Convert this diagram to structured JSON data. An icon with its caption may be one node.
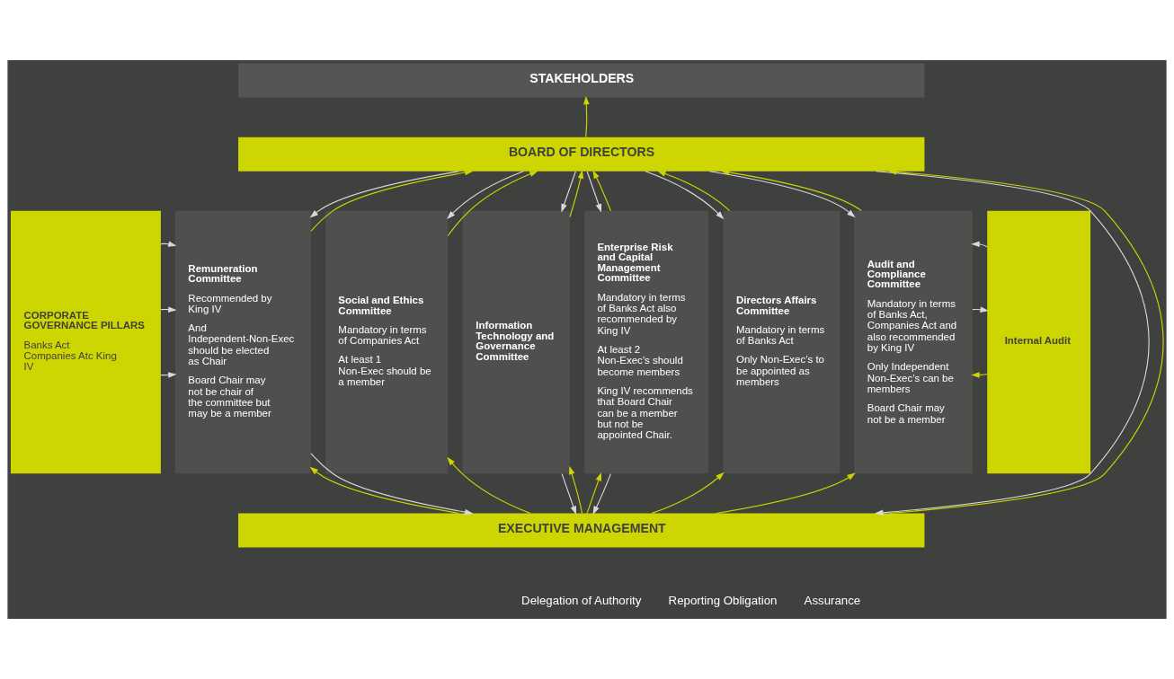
{
  "diagram": {
    "nodes": [
      {
        "text": [
          "STAKEHOLDERS"
        ]
      },
      {
        "text": [
          "BOARD OF DIRECTORS"
        ]
      },
      {
        "text": [
          "CORPORATE GOVERNANCE PILLARS",
          "Banks Act Companies Atc King IV"
        ]
      },
      {
        "text": [
          "Remuneration Committee",
          "Recommended by King IV",
          "And Independent-Non-Exec should be elected as Chair",
          "Board Chair may not be chair of the committee but may be a member"
        ]
      },
      {
        "text": [
          "Social and Ethics Committee",
          "Mandatory in terms of Companies Act",
          "At least 1 Non-Exec should be a member"
        ]
      },
      {
        "text": [
          "Information Technology and Governance Committee"
        ]
      },
      {
        "text": [
          "Enterprise Risk and Capital Management Committee",
          "Mandatory in terms of Banks Act also recommended by King IV",
          "At least 2 Non-Exec’s should become members",
          "King IV recommends that Board Chair can be a member but not be appointed Chair."
        ]
      },
      {
        "text": [
          "Directors Affairs Committee",
          "Mandatory in terms of Banks Act",
          "Only Non-Exec’s to be appointed as members"
        ]
      },
      {
        "text": [
          "Audit and Compliance Committee",
          "Mandatory in terms of Banks Act, Companies Act and also recommended by King IV",
          "Only Independent Non-Exec’s can be members",
          "Board Chair may not be a member"
        ]
      },
      {
        "text": [
          "Internal Audit"
        ]
      },
      {
        "text": [
          "EXECUTIVE MANAGEMENT"
        ]
      }
    ],
    "edges": [
      {
        "from": 1,
        "to": 0,
        "arrow": "to"
      },
      {
        "from": 1,
        "to": 3,
        "arrow": "to",
        "color": "#d9d9d9"
      },
      {
        "from": 3,
        "to": 1,
        "arrow": "to"
      },
      {
        "from": 1,
        "to": 10,
        "arrow": "to",
        "color": "#d9d9d9"
      },
      {
        "from": 1,
        "to": 4,
        "arrow": "to",
        "color": "#d9d9d9"
      },
      {
        "from": 4,
        "to": 1,
        "arrow": "to"
      },
      {
        "from": 10,
        "to": 1,
        "arrow": "to"
      },
      {
        "from": 1,
        "to": 5,
        "arrow": "to",
        "color": "#d9d9d9"
      },
      {
        "from": 5,
        "to": 1,
        "arrow": "to"
      },
      {
        "from": 1,
        "to": 6,
        "arrow": "to",
        "color": "#d9d9d9"
      },
      {
        "from": 6,
        "to": 1,
        "arrow": "to"
      },
      {
        "from": 1,
        "to": 7,
        "arrow": "to",
        "color": "#d9d9d9"
      },
      {
        "from": 7,
        "to": 1,
        "arrow": "to"
      },
      {
        "from": 1,
        "to": 8,
        "arrow": "to",
        "color": "#d9d9d9"
      },
      {
        "from": 8,
        "to": 1,
        "arrow": "to"
      },
      {
        "from": 2,
        "to": 3,
        "arrow": "to",
        "color": "#d9d9d9"
      },
      {
        "from": 2,
        "to": 3,
        "arrow": "to",
        "color": "#d9d9d9"
      },
      {
        "from": 2,
        "to": 3,
        "arrow": "to",
        "color": "#d9d9d9"
      },
      {
        "from": 9,
        "to": 8,
        "arrow": "to"
      },
      {
        "from": 8,
        "to": 9,
        "arrow": "to",
        "color": "#d9d9d9"
      },
      {
        "from": 9,
        "to": 8,
        "arrow": "to",
        "color": "#d9d9d9"
      },
      {
        "from": 10,
        "to": 3,
        "arrow": "to"
      },
      {
        "from": 3,
        "to": 10,
        "arrow": "to",
        "color": "#d9d9d9"
      },
      {
        "from": 10,
        "to": 4,
        "arrow": "to"
      },
      {
        "from": 5,
        "to": 10,
        "arrow": "to",
        "color": "#d9d9d9"
      },
      {
        "from": 10,
        "to": 5,
        "arrow": "to"
      },
      {
        "from": 10,
        "to": 6,
        "arrow": "to"
      },
      {
        "from": 6,
        "to": 10,
        "arrow": "to",
        "color": "#d9d9d9"
      },
      {
        "from": 10,
        "to": 7,
        "arrow": "to"
      },
      {
        "from": 10,
        "to": 8,
        "arrow": "to"
      }
    ],
    "legend": [
      {
        "text": "Delegation of Authority"
      },
      {
        "text": "Reporting Obligation"
      },
      {
        "text": "Assurance"
      }
    ]
  }
}
